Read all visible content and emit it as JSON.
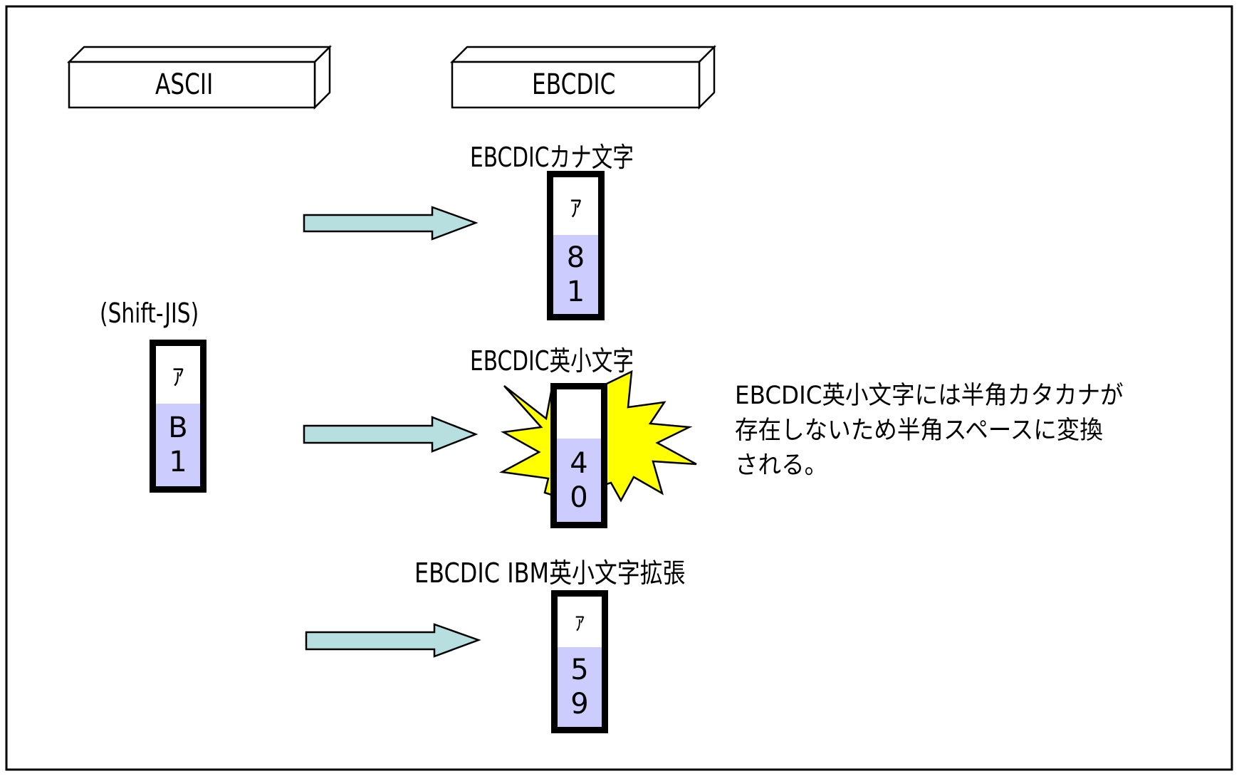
{
  "headers": {
    "ascii": "ASCII",
    "ebcdic": "EBCDIC"
  },
  "source": {
    "encoding_label": "(Shift-JIS)",
    "char": "ｱ",
    "hex_digits": [
      "B",
      "1"
    ]
  },
  "targets": [
    {
      "label": "EBCDICカナ文字",
      "char": "ｱ",
      "hex_digits": [
        "8",
        "1"
      ],
      "highlight": false
    },
    {
      "label": "EBCDIC英小文字",
      "char": "",
      "hex_digits": [
        "4",
        "0"
      ],
      "highlight": true
    },
    {
      "label": "EBCDIC IBM英小文字拡張",
      "char": "ｱ",
      "hex_digits": [
        "5",
        "9"
      ],
      "highlight": false
    }
  ],
  "note": {
    "lines": [
      "EBCDIC英小文字には半角カタカナが",
      "存在しないため半角スペースに変換",
      "される。"
    ]
  },
  "colors": {
    "arrow_fill": "#b8dfe0",
    "hex_cell_fill": "#ccccff",
    "burst_fill": "#ffff00",
    "stroke": "#000000"
  }
}
